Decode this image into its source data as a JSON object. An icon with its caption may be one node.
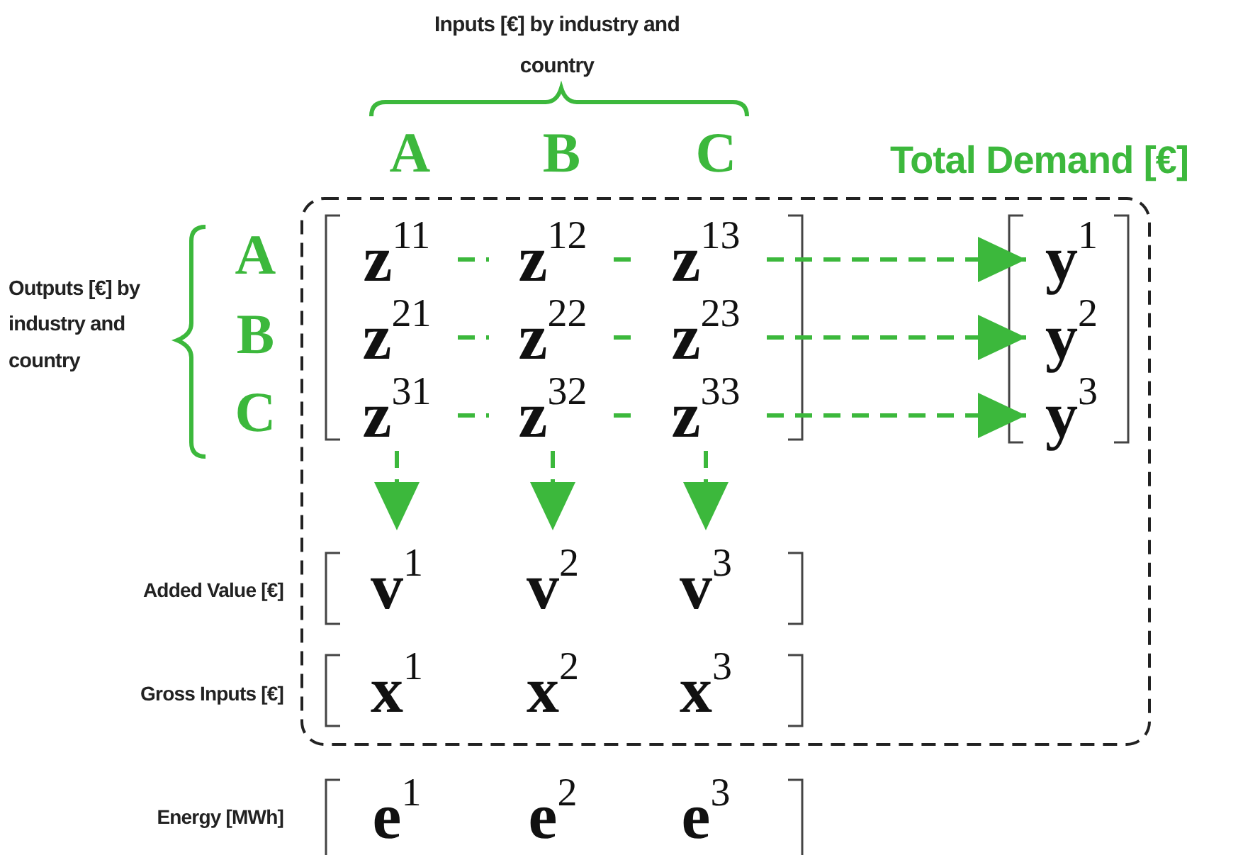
{
  "diagram": {
    "nodes": [
      {
        "text": [
          "z$^{11}$"
        ]
      },
      {
        "text": [
          "z$^{12}$"
        ]
      },
      {
        "text": [
          "z$^{13}$"
        ]
      },
      {
        "text": [
          "z$^{21}$"
        ]
      },
      {
        "text": [
          "z$^{22}$"
        ]
      },
      {
        "text": [
          "z$^{23}$"
        ]
      },
      {
        "text": [
          "z$^{31}$"
        ]
      },
      {
        "text": [
          "z$^{32}$"
        ]
      },
      {
        "text": [
          "z$^{33}$"
        ]
      },
      {
        "text": [
          "y$^{1}$"
        ]
      },
      {
        "text": [
          "y$^{2}$"
        ]
      },
      {
        "text": [
          "y$^{3}$"
        ]
      },
      {
        "text": [
          "v$^{1}$"
        ]
      },
      {
        "text": [
          "v$^{2}$"
        ]
      },
      {
        "text": [
          "v$^{3}$"
        ]
      },
      {
        "text": [
          "x$^{1}$"
        ]
      },
      {
        "text": [
          "x$^{2}$"
        ]
      },
      {
        "text": [
          "x$^{3}$"
        ]
      },
      {
        "text": [
          "e$^{1}$"
        ]
      },
      {
        "text": [
          "e$^{2}$"
        ]
      },
      {
        "text": [
          "e$^{3}$"
        ]
      }
    ],
    "edges": [
      {
        "from": 0,
        "to": 1,
        "arrow": "none",
        "style": "dashed"
      },
      {
        "from": 1,
        "to": 2,
        "arrow": "none",
        "style": "dashed"
      },
      {
        "from": 2,
        "to": 9,
        "arrow": "to",
        "style": "dashed"
      },
      {
        "from": 3,
        "to": 4,
        "arrow": "none",
        "style": "dashed"
      },
      {
        "from": 4,
        "to": 5,
        "arrow": "none",
        "style": "dashed"
      },
      {
        "from": 5,
        "to": 10,
        "arrow": "to",
        "style": "dashed"
      },
      {
        "from": 6,
        "to": 7,
        "arrow": "none",
        "style": "dashed"
      },
      {
        "from": 7,
        "to": 8,
        "arrow": "none",
        "style": "dashed"
      },
      {
        "from": 8,
        "to": 11,
        "arrow": "to",
        "style": "dashed"
      },
      {
        "from": 6,
        "to": 12,
        "arrow": "to",
        "style": "dashed"
      },
      {
        "from": 7,
        "to": 13,
        "arrow": "to",
        "style": "dashed"
      },
      {
        "from": 8,
        "to": 14,
        "arrow": "to",
        "style": "dashed"
      }
    ],
    "labels": [
      "Inputs [€] by industry and country",
      "A",
      "B",
      "C",
      "Total Demand [€]",
      "Outputs [€] by industry and country",
      "A",
      "B",
      "C",
      "Added Value [€]",
      "Gross Inputs [€]",
      "Energy [MWh]"
    ]
  }
}
